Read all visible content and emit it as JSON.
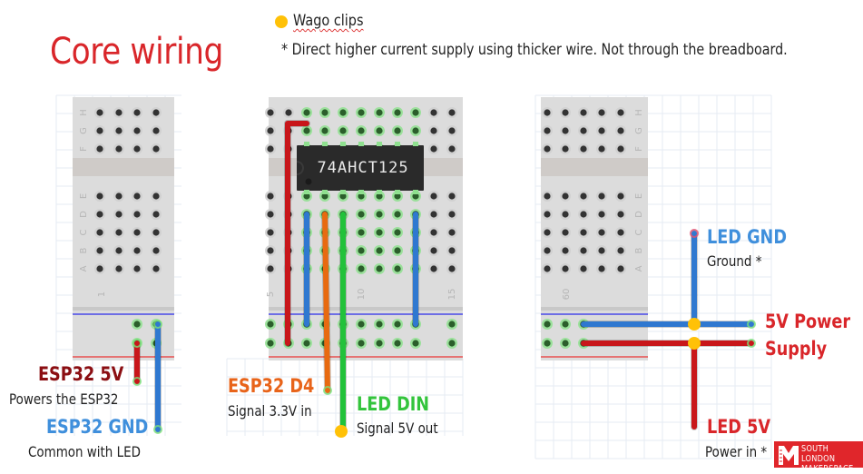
{
  "title": "Core wiring",
  "legend": {
    "dot_color": "#ffc107",
    "label": "Wago clips",
    "note": "* Direct higher current supply using thicker wire.  Not through the breadboard."
  },
  "colors": {
    "title_red": "#d9262a",
    "wire_red": "#c8161a",
    "wire_blue": "#2f78d0",
    "wire_orange": "#e86a10",
    "wire_green": "#22c23a",
    "label_darkred": "#8b0e12",
    "label_blue": "#3f8fdc",
    "label_orange": "#e8641a",
    "label_green": "#33c43c",
    "label_red": "#d9262a"
  },
  "breadboards": {
    "left": {
      "row_letters_top": [
        "H",
        "G",
        "F"
      ],
      "row_letters_bottom": [
        "E",
        "D",
        "C",
        "B",
        "A"
      ],
      "column_number": "1"
    },
    "middle": {
      "column_numbers": [
        "5",
        "10",
        "15"
      ],
      "chip_label": "74AHCT125"
    },
    "right": {
      "row_letters_top": [
        "H",
        "G",
        "F"
      ],
      "row_letters_bottom": [
        "E",
        "D",
        "C",
        "B",
        "A"
      ],
      "column_number": "60"
    }
  },
  "labels": {
    "esp32_5v": {
      "title": "ESP32 5V",
      "subtitle": "Powers the ESP32"
    },
    "esp32_gnd": {
      "title": "ESP32 GND",
      "subtitle": "Common with LED"
    },
    "esp32_d4": {
      "title": "ESP32 D4",
      "subtitle": "Signal 3.3V in"
    },
    "led_din": {
      "title": "LED DIN",
      "subtitle": "Signal 5V out"
    },
    "led_gnd": {
      "title": "LED GND",
      "subtitle": "Ground *"
    },
    "power_supply": {
      "line1": "5V Power",
      "line2": "Supply"
    },
    "led_5v": {
      "title": "LED 5V",
      "subtitle": "Power in *"
    }
  },
  "logo": {
    "line1": "SOUTH LONDON",
    "line2": "MAKERSPACE"
  }
}
